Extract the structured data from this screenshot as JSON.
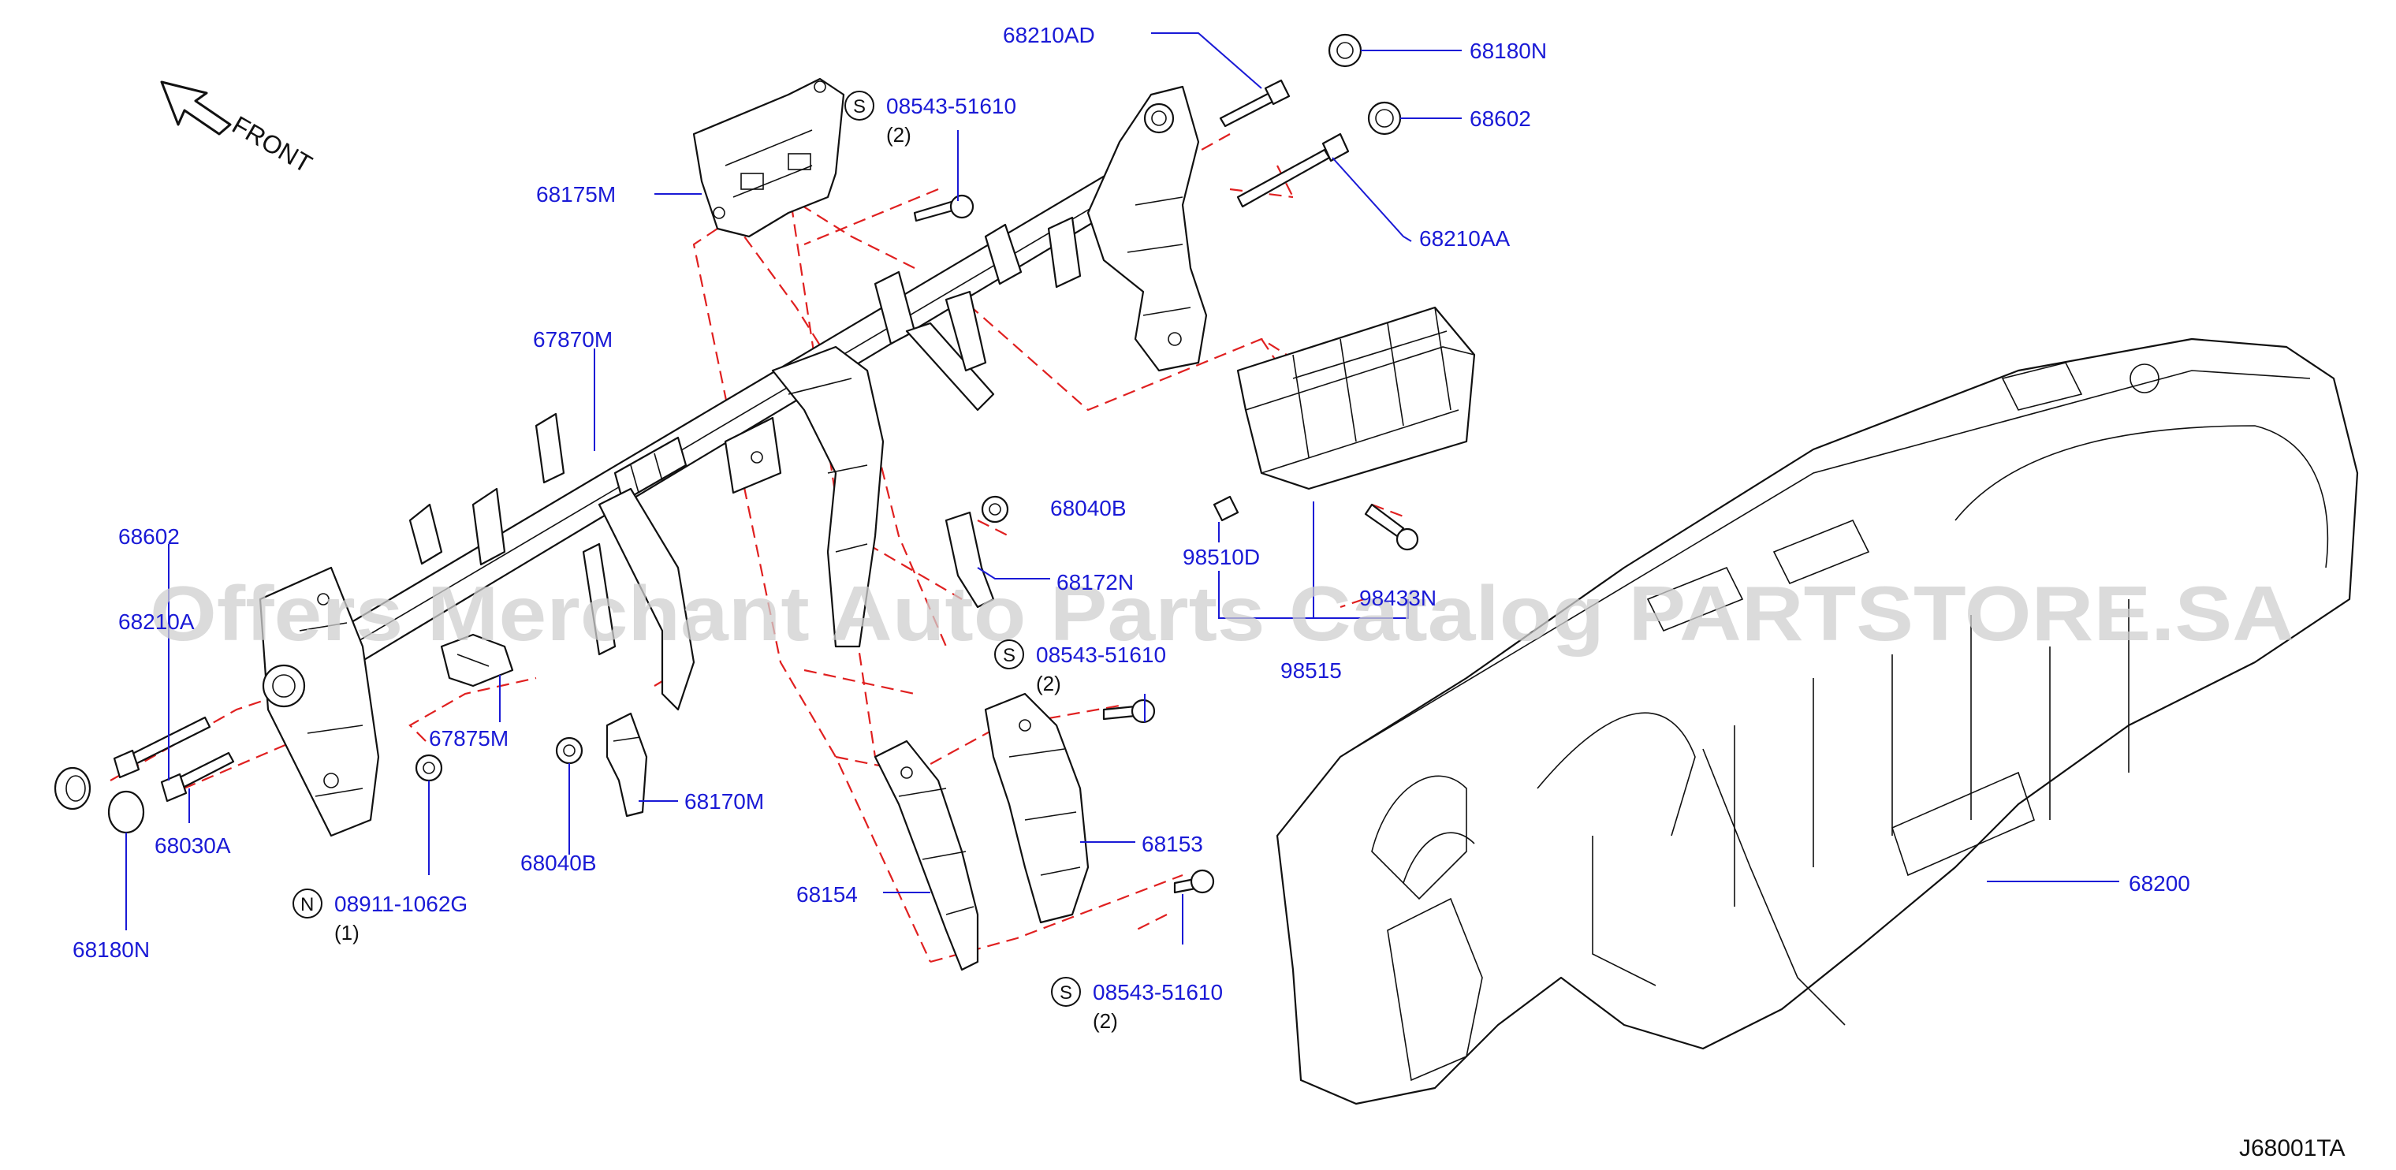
{
  "diagram": {
    "code": "J68001TA",
    "front": "FRONT",
    "watermark": "Offers Merchant Auto Parts Catalog PARTSTORE.SA",
    "labels": {
      "p68210AD": "68210AD",
      "p68180N_top": "68180N",
      "p68602_top": "68602",
      "p68210AA": "68210AA",
      "s1": "08543-51610",
      "s1_qty": "(2)",
      "p68175M": "68175M",
      "p67870M": "67870M",
      "p68602_left": "68602",
      "p68210_partial": "68210A",
      "p68030A": "68030A",
      "p68180N_left": "68180N",
      "p67875M": "67875M",
      "n1": "08911-1062G",
      "n1_qty": "(1)",
      "p68040B_mid": "68040B",
      "p68040B_low": "68040B",
      "p68170M": "68170M",
      "p68172N": "68172N",
      "s2": "08543-51610",
      "s2_qty": "(2)",
      "p68153": "68153",
      "p68154": "68154",
      "s3": "08543-51610",
      "s3_qty": "(2)",
      "p98510D": "98510D",
      "p98433": "98433N",
      "p98515": "98515",
      "p68200": "68200"
    },
    "badges": {
      "s": "S",
      "n": "N"
    }
  }
}
